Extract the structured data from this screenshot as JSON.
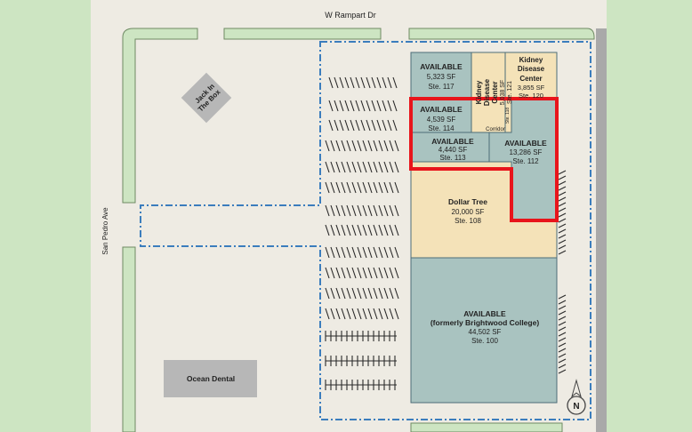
{
  "colors": {
    "background_outside": "#cde5c2",
    "lot": "#eeebe3",
    "available_suite": "#a9c3c0",
    "leased_suite": "#f4e2b8",
    "landscape": "#cde5c2",
    "highlight": "#e8141b",
    "property_line": "#3b7dbd",
    "pad": "#b7b7b7"
  },
  "streets": {
    "north": "W Rampart Dr",
    "west": "San Pedro Ave"
  },
  "pads": {
    "jack": {
      "line1": "Jack In",
      "line2": "The Box"
    },
    "ocean": "Ocean Dental"
  },
  "suites": {
    "s117": {
      "title": "AVAILABLE",
      "size": "5,323 SF",
      "ste": "Ste. 117"
    },
    "s114": {
      "title": "AVAILABLE",
      "size": "4,539 SF",
      "ste": "Ste. 114"
    },
    "s113": {
      "title": "AVAILABLE",
      "size": "4,440 SF",
      "ste": "Ste. 113"
    },
    "s112": {
      "title": "AVAILABLE",
      "size": "13,286 SF",
      "ste": "Ste. 112"
    },
    "s120": {
      "line1": "Kidney",
      "line2": "Disease",
      "line3": "Center",
      "size": "3,855 SF",
      "ste": "Ste. 120"
    },
    "s121": {
      "line1": "Kidney",
      "line2": "Disease",
      "line3": "Center",
      "size": "5,038 SF",
      "ste": "Ste. 121"
    },
    "s108": {
      "title": "Dollar Tree",
      "size": "20,000 SF",
      "ste": "Ste. 108"
    },
    "s100": {
      "title": "AVAILABLE",
      "subtitle": "(formerly Brightwood College)",
      "size": "44,502 SF",
      "ste": "Ste. 100"
    }
  },
  "corridor_label": "Corridor",
  "corridor_ste": "Ste. 118",
  "compass": {
    "letter": "N",
    "name": "north-arrow-icon"
  }
}
